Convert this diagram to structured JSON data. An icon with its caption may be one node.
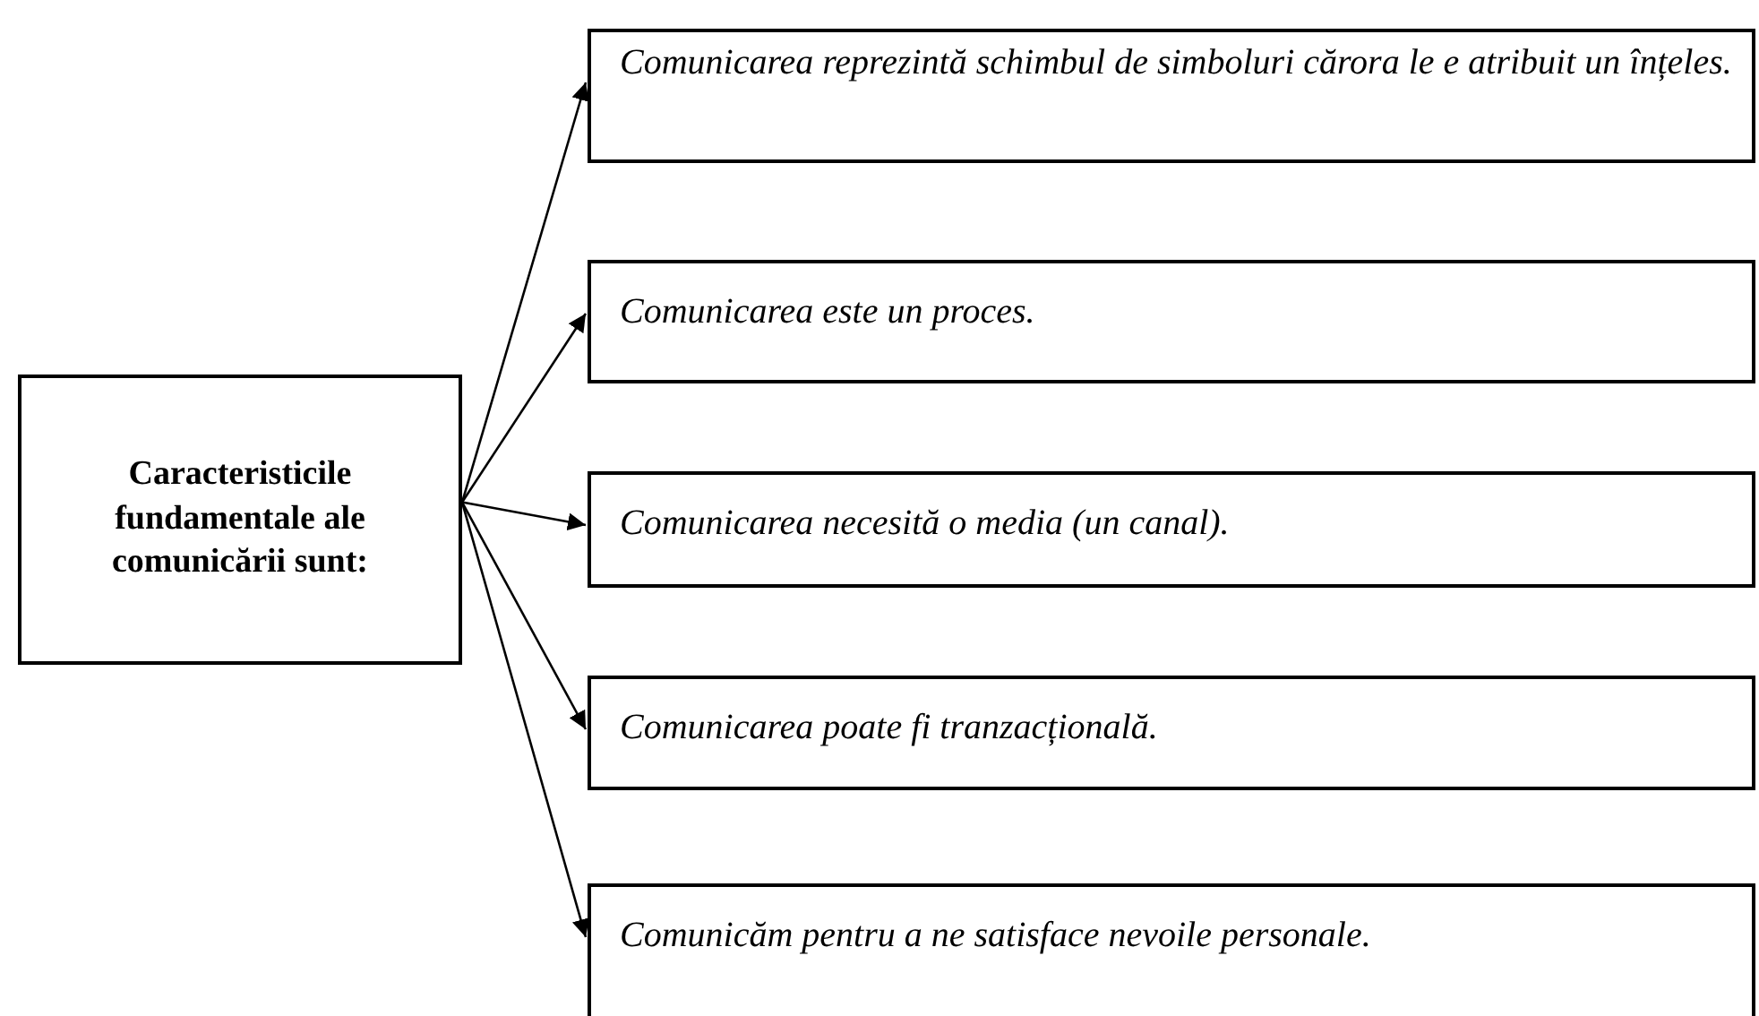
{
  "diagram": {
    "nodes": [
      {
        "text": [
          "Caracteristicile fundamentale ale comunicării sunt:"
        ]
      },
      {
        "text": [
          "Comunicarea reprezintă schimbul de simboluri cărora le e atribuit un înțeles."
        ]
      },
      {
        "text": [
          "Comunicarea este un proces."
        ]
      },
      {
        "text": [
          "Comunicarea necesită o media (un canal)."
        ]
      },
      {
        "text": [
          "Comunicarea poate fi tranzacțională."
        ]
      },
      {
        "text": [
          "Comunicăm pentru a ne satisface nevoile personale."
        ]
      }
    ],
    "edges": [
      {
        "from": 0,
        "to": 1,
        "arrow": "to"
      },
      {
        "from": 0,
        "to": 2,
        "arrow": "to"
      },
      {
        "from": 0,
        "to": 3,
        "arrow": "to"
      },
      {
        "from": 0,
        "to": 4,
        "arrow": "to"
      },
      {
        "from": 0,
        "to": 5,
        "arrow": "to"
      }
    ]
  }
}
